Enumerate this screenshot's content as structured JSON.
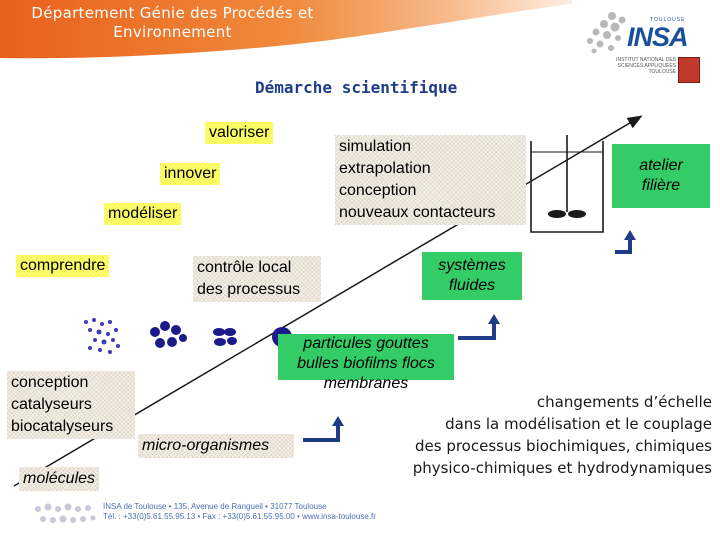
{
  "header": {
    "department_line1": "Département Génie des Procédés et",
    "department_line2": "Environnement",
    "logo_word": "INSA",
    "logo_city": "TOULOUSE",
    "logo_tagline": "INSTITUT NATIONAL DES SCIENCES APPLIQUÉES TOULOUSE"
  },
  "title": "Démarche scientifique",
  "steps": {
    "valoriser": "valoriser",
    "innover": "innover",
    "modeliser": "modéliser",
    "comprendre": "comprendre"
  },
  "boxes": {
    "controle_line1": "contrôle local",
    "controle_line2": "des processus",
    "simulation_line1": "simulation",
    "simulation_line2": "extrapolation",
    "simulation_line3": "conception",
    "simulation_line4": "nouveaux contacteurs",
    "conception_line1": "conception",
    "conception_line2": "catalyseurs",
    "conception_line3": "biocatalyseurs",
    "molecules": "molécules",
    "micro_organismes": "micro-organismes"
  },
  "scales": {
    "atelier_line1": "atelier",
    "atelier_line2": "filière",
    "systemes_line1": "systèmes",
    "systemes_line2": "fluides",
    "particules_line1": "particules gouttes",
    "particules_line2": "bulles biofilms flocs",
    "particules_line3": "membranes"
  },
  "caption": {
    "line1": "changements d’échelle",
    "line2": "dans la modélisation et le couplage",
    "line3": "des processus biochimiques, chimiques",
    "line4": "physico-chimiques et hydrodynamiques"
  },
  "footer": {
    "line1": "INSA de Toulouse • 135, Avenue de Rangueil • 31077 Toulouse",
    "line2": "Tél. : +33(0)5.61.55.95.13 • Fax : +33(0)5.61.55.95.00 • www.insa-toulouse.fr"
  },
  "colors": {
    "header_orange": "#e8601c",
    "title_blue": "#1f3c88",
    "step_yellow": "#ffff66",
    "scale_green": "#33cc66",
    "arrow_blue": "#1f3c88"
  }
}
